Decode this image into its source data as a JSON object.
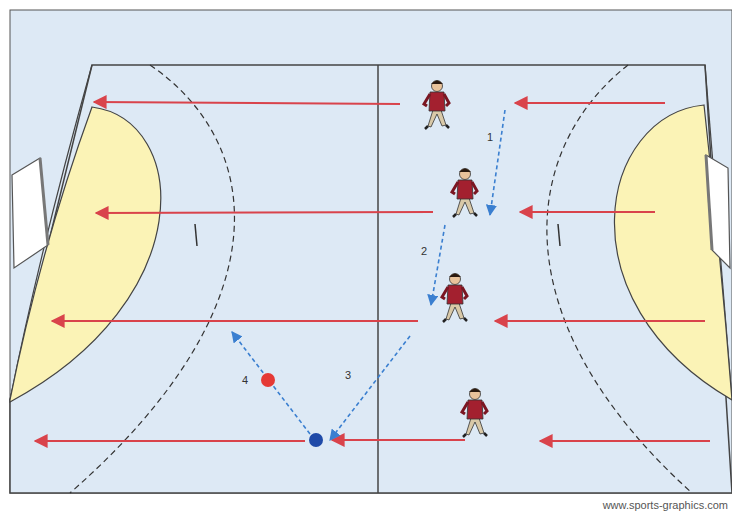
{
  "diagram": {
    "labels": [
      "1",
      "2",
      "3",
      "4",
      "www.sports-graphics.com"
    ]
  }
}
